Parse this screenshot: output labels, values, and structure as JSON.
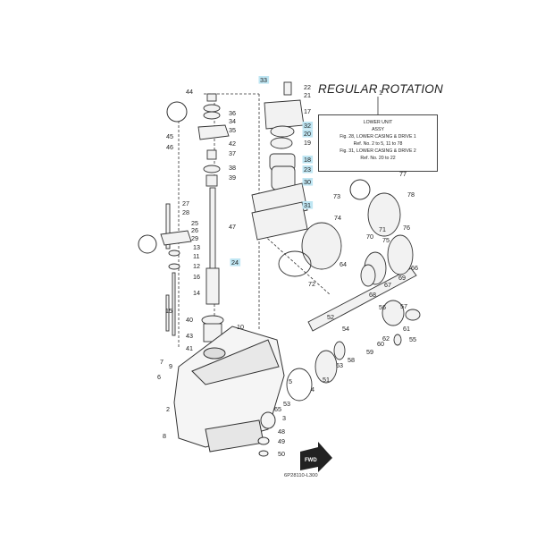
{
  "heading": "REGULAR ROTATION",
  "info_box": {
    "line1": "LOWER UNIT",
    "line2": "ASSY",
    "line3": "Fig. 28, LOWER CASING & DRIVE 1",
    "line4": "Ref. No. 2 to 5, 11 to 78",
    "line5": "Fig. 31, LOWER CASING & DRIVE 2",
    "line6": "Ref. No. 20 to 22"
  },
  "drawing_code": "6P28110-L300",
  "fwd_label": "FWD",
  "highlight_color": "#bfe6f3",
  "part_labels": [
    "1",
    "2",
    "3",
    "4",
    "5",
    "6",
    "7",
    "8",
    "9",
    "10",
    "11",
    "12",
    "13",
    "14",
    "15",
    "16",
    "17",
    "18",
    "19",
    "20",
    "21",
    "22",
    "23",
    "24",
    "25",
    "26",
    "27",
    "28",
    "29",
    "30",
    "31",
    "32",
    "33",
    "34",
    "35",
    "36",
    "37",
    "38",
    "39",
    "40",
    "41",
    "42",
    "43",
    "44",
    "45",
    "46",
    "47",
    "48",
    "49",
    "50",
    "51",
    "52",
    "53",
    "54",
    "55",
    "56",
    "57",
    "58",
    "59",
    "60",
    "61",
    "62",
    "63",
    "64",
    "65",
    "66",
    "67",
    "68",
    "69",
    "70",
    "71",
    "72",
    "73",
    "74",
    "75",
    "76",
    "77",
    "78"
  ],
  "highlighted_parts": [
    "18",
    "20",
    "23",
    "24",
    "30",
    "31",
    "32",
    "33"
  ]
}
